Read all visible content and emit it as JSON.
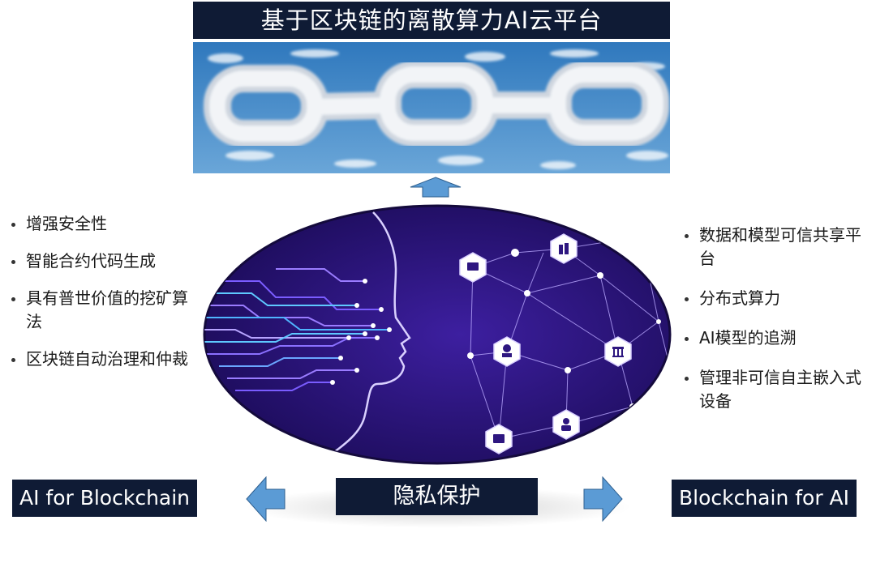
{
  "title": "基于区块链的离散算力AI云平台",
  "left_bullets": [
    "增强安全性",
    "智能合约代码生成",
    "具有普世价值的挖矿算法",
    "区块链自动治理和仲裁"
  ],
  "right_bullets": [
    "数据和模型可信共享平台",
    "分布式算力",
    "AI模型的追溯",
    "管理非可信自主嵌入式设备"
  ],
  "bottom": {
    "left_label": "AI for Blockchain",
    "center_label": "隐私保护",
    "right_label": "Blockchain for AI"
  },
  "colors": {
    "box_bg": "#0f1b35",
    "arrow_fill": "#5b9bd5",
    "ellipse_bg": "#2e1780",
    "sky": "#3f86c8"
  }
}
